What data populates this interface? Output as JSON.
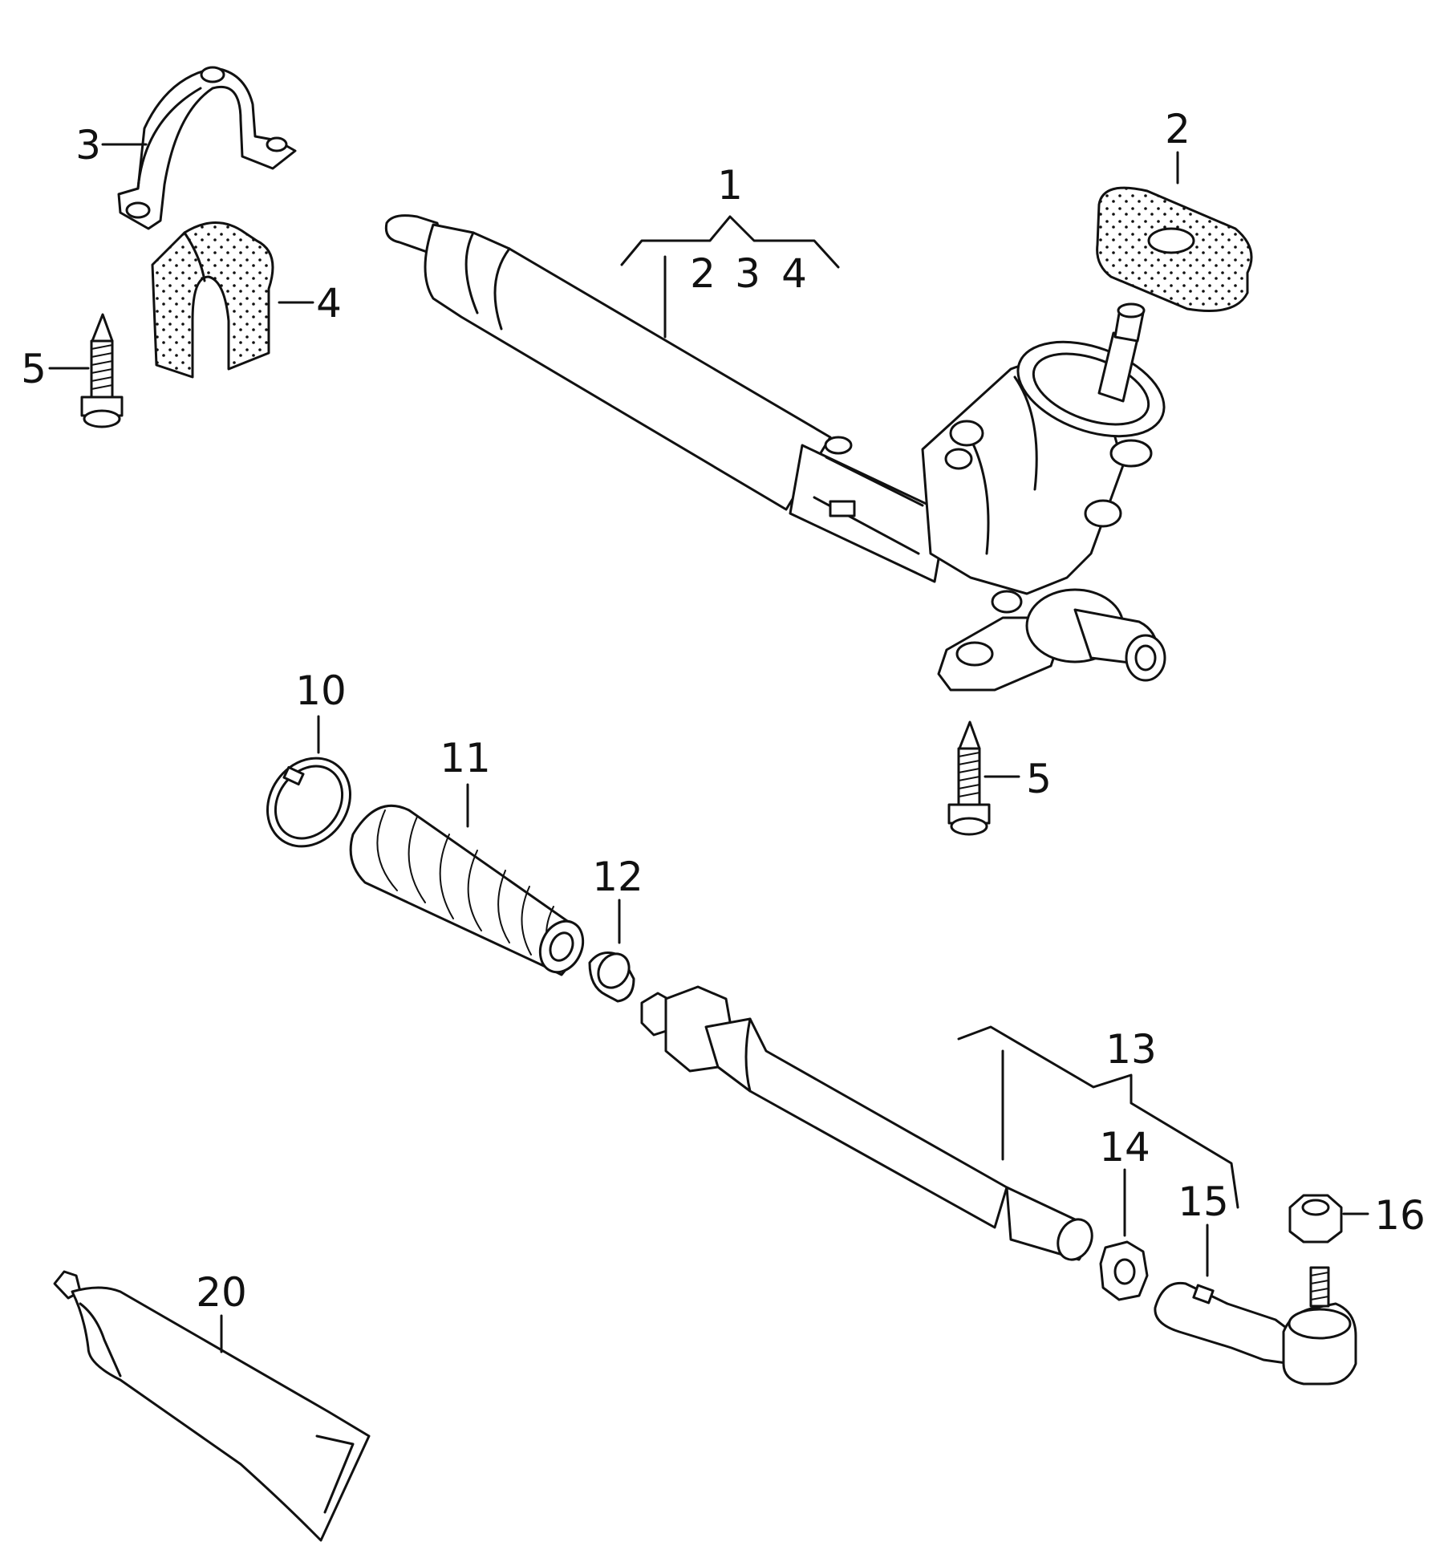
{
  "callouts": {
    "c1": "1",
    "c1_sub2": "2",
    "c1_sub3": "3",
    "c1_sub4": "4",
    "c2": "2",
    "c3": "3",
    "c4": "4",
    "c5_left": "5",
    "c5_right": "5",
    "c10": "10",
    "c11": "11",
    "c12": "12",
    "c13": "13",
    "c14": "14",
    "c15": "15",
    "c16": "16",
    "c20": "20"
  }
}
